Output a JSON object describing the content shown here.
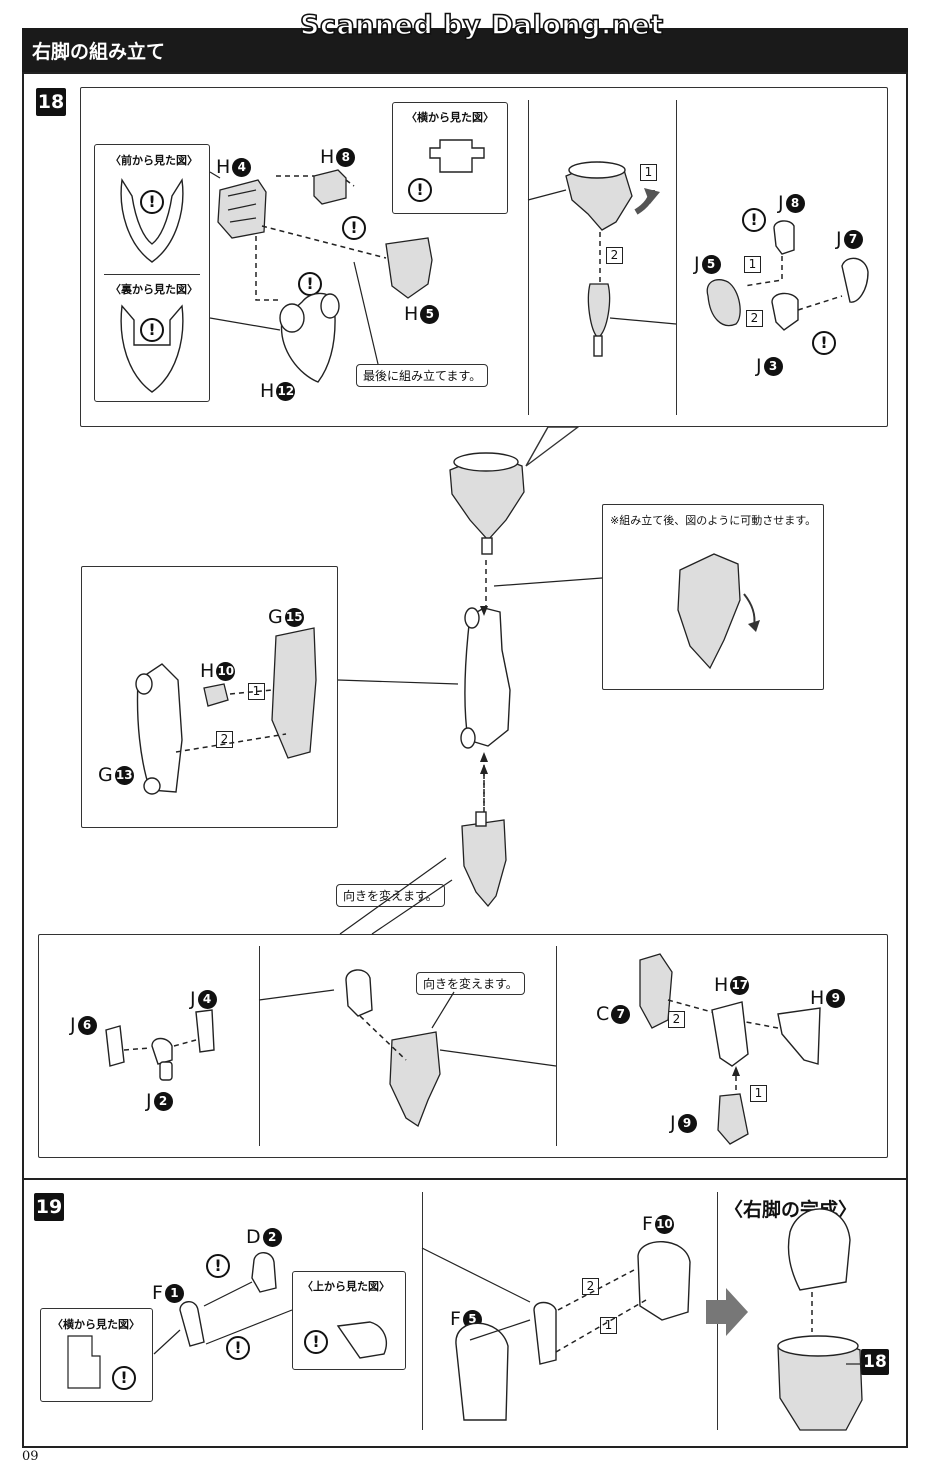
{
  "header": {
    "title": "右脚の組み立て",
    "watermark": "Scanned by Dalong.net"
  },
  "steps": [
    {
      "number": "18",
      "views": {
        "front": "〈前から見た図〉",
        "back": "〈裏から見た図〉",
        "side": "〈横から見た図〉"
      },
      "notes": {
        "assemble_last": "最後に組み立てます。",
        "movable": "※組み立て後、図のように可動させます。",
        "change_orientation_1": "向きを変えます。",
        "change_orientation_2": "向きを変えます。"
      },
      "parts": {
        "h4": {
          "letter": "H",
          "num": "4"
        },
        "h8": {
          "letter": "H",
          "num": "8"
        },
        "h5": {
          "letter": "H",
          "num": "5"
        },
        "h12": {
          "letter": "H",
          "num": "12"
        },
        "j8": {
          "letter": "J",
          "num": "8"
        },
        "j7": {
          "letter": "J",
          "num": "7"
        },
        "j5": {
          "letter": "J",
          "num": "5"
        },
        "j3": {
          "letter": "J",
          "num": "3"
        },
        "g15": {
          "letter": "G",
          "num": "15"
        },
        "h10": {
          "letter": "H",
          "num": "10"
        },
        "g13": {
          "letter": "G",
          "num": "13"
        },
        "j4": {
          "letter": "J",
          "num": "4"
        },
        "j6": {
          "letter": "J",
          "num": "6"
        },
        "j2": {
          "letter": "J",
          "num": "2"
        },
        "h17": {
          "letter": "H",
          "num": "17"
        },
        "h9": {
          "letter": "H",
          "num": "9"
        },
        "c7": {
          "letter": "C",
          "num": "7"
        },
        "j9": {
          "letter": "J",
          "num": "9"
        }
      },
      "order": [
        "1",
        "2"
      ]
    },
    {
      "number": "19",
      "views": {
        "top": "〈上から見た図〉",
        "side": "〈横から見た図〉"
      },
      "complete_title": "〈右脚の完成〉",
      "ref_step": "18",
      "parts": {
        "d2": {
          "letter": "D",
          "num": "2"
        },
        "f1": {
          "letter": "F",
          "num": "1"
        },
        "f10": {
          "letter": "F",
          "num": "10"
        },
        "f5": {
          "letter": "F",
          "num": "5"
        }
      },
      "order": [
        "1",
        "2"
      ]
    }
  ],
  "warning_symbol": "!",
  "page_number": "09"
}
